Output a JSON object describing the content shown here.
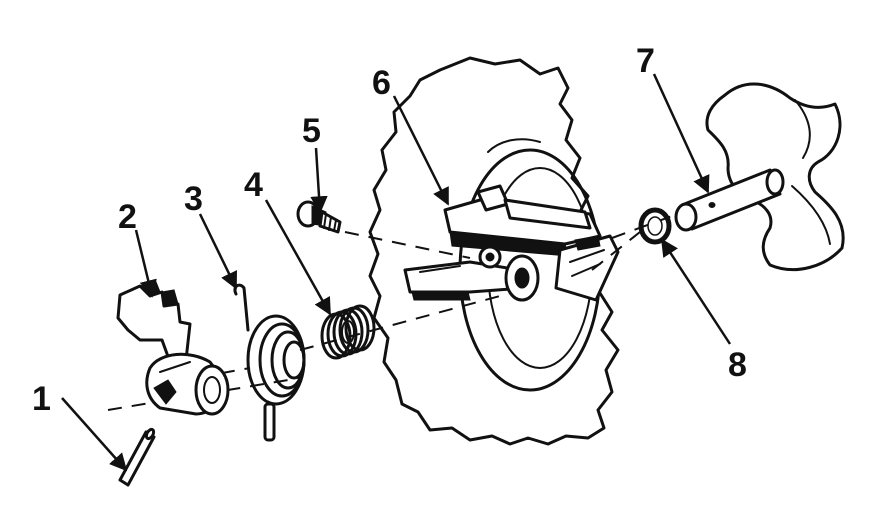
{
  "diagram": {
    "callouts": [
      {
        "id": "1",
        "label": "1"
      },
      {
        "id": "2",
        "label": "2"
      },
      {
        "id": "3",
        "label": "3"
      },
      {
        "id": "4",
        "label": "4"
      },
      {
        "id": "5",
        "label": "5"
      },
      {
        "id": "6",
        "label": "6"
      },
      {
        "id": "7",
        "label": "7"
      },
      {
        "id": "8",
        "label": "8"
      }
    ],
    "line_color": "#111111",
    "background_color": "#ffffff"
  }
}
